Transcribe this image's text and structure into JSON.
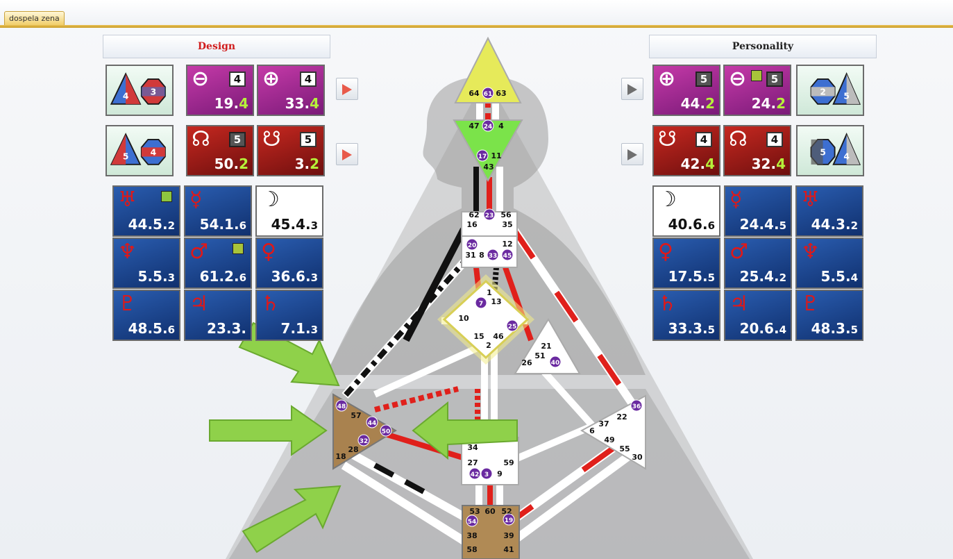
{
  "tab": {
    "label": "dospela zena"
  },
  "design": {
    "header": "Design",
    "row1": {
      "arrows": {
        "triangle": "4",
        "octagon": "3"
      },
      "earth": {
        "symbol": "⊖",
        "badge": "4",
        "value_main": "19.",
        "value_line": "4"
      },
      "sun": {
        "symbol": "⊕",
        "badge": "4",
        "value_main": "33.",
        "value_line": "4"
      }
    },
    "row2": {
      "arrows": {
        "triangle": "5",
        "octagon": "4"
      },
      "north_node": {
        "symbol": "☊",
        "badge": "5",
        "value_main": "50.",
        "value_line": "2"
      },
      "south_node": {
        "symbol": "☋",
        "badge": "5",
        "value_main": "3.",
        "value_line": "2"
      }
    },
    "planets": [
      {
        "name": "uranus",
        "symbol": "♅",
        "value": "44.5.",
        "sub": "2"
      },
      {
        "name": "mercury",
        "symbol": "☿",
        "value": "54.1.",
        "sub": "6"
      },
      {
        "name": "moon",
        "symbol": "☽",
        "value": "45.4.",
        "sub": "3"
      },
      {
        "name": "neptune",
        "symbol": "♆",
        "value": "5.5.",
        "sub": "3"
      },
      {
        "name": "mars",
        "symbol": "♂",
        "value": "61.2.",
        "sub": "6"
      },
      {
        "name": "venus",
        "symbol": "♀",
        "value": "36.6.",
        "sub": "3"
      },
      {
        "name": "pluto",
        "symbol": "♇",
        "value": "48.5.",
        "sub": "6"
      },
      {
        "name": "jupiter",
        "symbol": "♃",
        "value": "23.3.",
        "sub": ""
      },
      {
        "name": "saturn",
        "symbol": "♄",
        "value": "7.1.",
        "sub": "3"
      }
    ]
  },
  "personality": {
    "header": "Personality",
    "row1": {
      "sun": {
        "symbol": "⊕",
        "badge": "5",
        "value_main": "44.",
        "value_line": "2"
      },
      "earth": {
        "symbol": "⊖",
        "badge": "5",
        "value_main": "24.",
        "value_line": "2"
      },
      "arrows": {
        "octagon": "2",
        "triangle": "5"
      }
    },
    "row2": {
      "south_node": {
        "symbol": "☋",
        "badge": "4",
        "value_main": "42.",
        "value_line": "4"
      },
      "north_node": {
        "symbol": "☊",
        "badge": "4",
        "value_main": "32.",
        "value_line": "4"
      },
      "arrows": {
        "octagon": "5",
        "triangle": "4"
      }
    },
    "planets": [
      {
        "name": "moon",
        "symbol": "☽",
        "value": "40.6.",
        "sub": "6"
      },
      {
        "name": "mercury",
        "symbol": "☿",
        "value": "24.4.",
        "sub": "5"
      },
      {
        "name": "uranus",
        "symbol": "♅",
        "value": "44.3.",
        "sub": "2"
      },
      {
        "name": "venus",
        "symbol": "♀",
        "value": "17.5.",
        "sub": "5"
      },
      {
        "name": "mars",
        "symbol": "♂",
        "value": "25.4.",
        "sub": "2"
      },
      {
        "name": "neptune",
        "symbol": "♆",
        "value": "5.5.",
        "sub": "4"
      },
      {
        "name": "saturn",
        "symbol": "♄",
        "value": "33.3.",
        "sub": "5"
      },
      {
        "name": "jupiter",
        "symbol": "♃",
        "value": "20.6.",
        "sub": "4"
      },
      {
        "name": "pluto",
        "symbol": "♇",
        "value": "48.3.",
        "sub": "5"
      }
    ]
  },
  "bodygraph": {
    "colors": {
      "head": "#e6ea5a",
      "ajna": "#7be34a",
      "spleen": "#a9824f",
      "root": "#b08a55",
      "sacral": "#ffffff",
      "design_red": "#e0201b",
      "personality_black": "#111111",
      "active_gate": "#6a2aa0",
      "annotation_arrow": "#8fd14a"
    },
    "gate_labels": [
      "64",
      "61",
      "63",
      "47",
      "24",
      "4",
      "17",
      "11",
      "43",
      "62",
      "23",
      "56",
      "16",
      "35",
      "20",
      "12",
      "31",
      "8",
      "33",
      "45",
      "1",
      "7",
      "13",
      "10",
      "25",
      "15",
      "46",
      "2",
      "21",
      "51",
      "26",
      "40",
      "48",
      "57",
      "44",
      "50",
      "32",
      "28",
      "18",
      "34",
      "27",
      "59",
      "42",
      "3",
      "9",
      "22",
      "36",
      "37",
      "6",
      "49",
      "55",
      "30",
      "53",
      "60",
      "52",
      "54",
      "19",
      "38",
      "39",
      "58",
      "41"
    ],
    "active_gates": [
      "61",
      "24",
      "17",
      "23",
      "20",
      "33",
      "45",
      "7",
      "25",
      "40",
      "48",
      "44",
      "50",
      "32",
      "42",
      "3",
      "54",
      "19",
      "36"
    ]
  }
}
